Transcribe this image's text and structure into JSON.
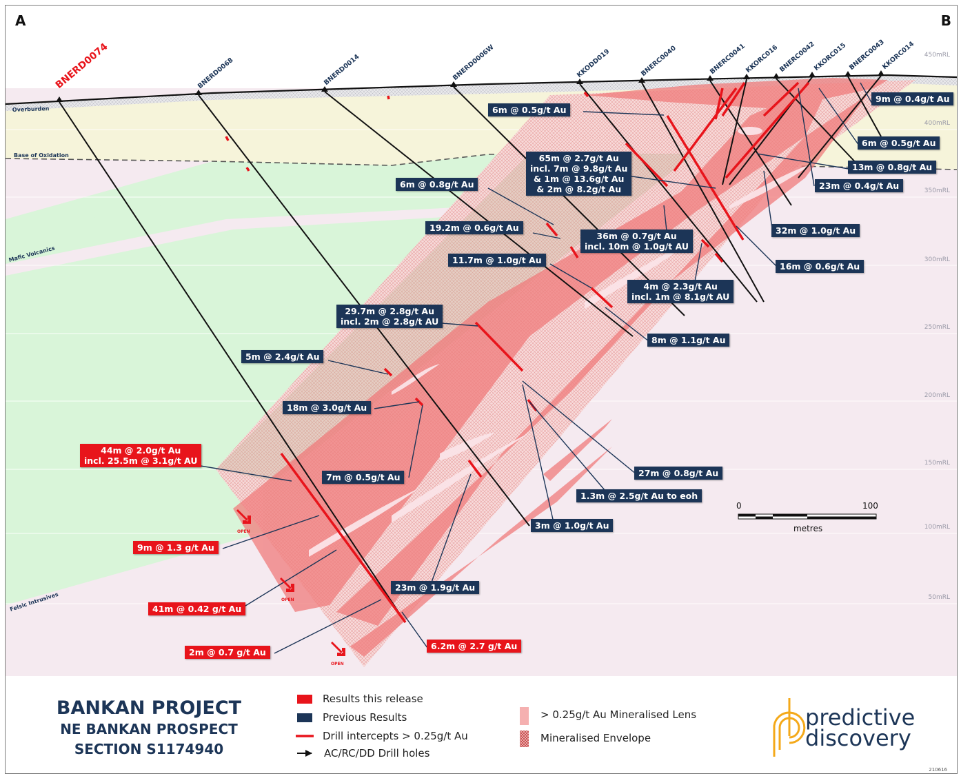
{
  "corners": {
    "left": "A",
    "right": "B"
  },
  "drill_holes": [
    "BNERD0074",
    "BNERD0068",
    "BNERD0014",
    "BNERD0006W",
    "KKODD019",
    "BNERC0040",
    "BNERC0041",
    "KKORC016",
    "BNERC0042",
    "KKORC015",
    "BNERC0043",
    "KKORC014"
  ],
  "rl_labels": [
    "450mRL",
    "400mRL",
    "350mRL",
    "300mRL",
    "250mRL",
    "200mRL",
    "150mRL",
    "100mRL",
    "50mRL"
  ],
  "units": {
    "overburden": "Overburden",
    "oxidation": "Base of Oxidation",
    "mafic": "Mafic Volcanics",
    "felsic": "Felsic Intrusives"
  },
  "labels": {
    "l1": {
      "line1": "6m @ 0.5g/t Au"
    },
    "l2": {
      "line1": "9m @ 0.4g/t Au"
    },
    "l3": {
      "line1": "6m @ 0.5g/t Au"
    },
    "l4": {
      "line1": "65m @ 2.7g/t Au",
      "line2": "incl. 7m @ 9.8g/t Au",
      "line3": "& 1m @ 13.6g/t Au",
      "line4": "& 2m @ 8.2g/t Au"
    },
    "l5": {
      "line1": "13m @ 0.8g/t Au"
    },
    "l6": {
      "line1": "6m @ 0.8g/t Au"
    },
    "l7": {
      "line1": "23m @ 0.4g/t Au"
    },
    "l8": {
      "line1": "19.2m @ 0.6g/t Au"
    },
    "l9": {
      "line1": "32m @ 1.0g/t Au"
    },
    "l10": {
      "line1": "36m @ 0.7g/t Au",
      "line2": "incl. 10m @ 1.0g/t AU"
    },
    "l11": {
      "line1": "11.7m @ 1.0g/t Au"
    },
    "l12": {
      "line1": "16m @ 0.6g/t Au"
    },
    "l13": {
      "line1": "4m @ 2.3g/t Au",
      "line2": "incl. 1m @ 8.1g/t AU"
    },
    "l14": {
      "line1": "29.7m @ 2.8g/t Au",
      "line2": "incl. 2m @ 2.8g/t AU"
    },
    "l15": {
      "line1": "8m @ 1.1g/t Au"
    },
    "l16": {
      "line1": "5m @ 2.4g/t Au"
    },
    "l17": {
      "line1": "18m @ 3.0g/t Au"
    },
    "l18": {
      "line1": "44m @ 2.0g/t Au",
      "line2": "incl. 25.5m @ 3.1g/t AU"
    },
    "l19": {
      "line1": "27m @ 0.8g/t Au"
    },
    "l20": {
      "line1": "7m @ 0.5g/t Au"
    },
    "l21": {
      "line1": "1.3m @ 2.5g/t Au to eoh"
    },
    "l22": {
      "line1": "3m @ 1.0g/t Au"
    },
    "l23": {
      "line1": "9m @ 1.3 g/t Au"
    },
    "l24": {
      "line1": "23m @ 1.9g/t Au"
    },
    "l25": {
      "line1": "41m @ 0.42 g/t Au"
    },
    "l26": {
      "line1": "2m @ 0.7 g/t Au"
    },
    "l27": {
      "line1": "6.2m @ 2.7 g/t Au"
    }
  },
  "open_label": "OPEN",
  "scale": {
    "min": "0",
    "max": "100",
    "unit": "metres"
  },
  "title": {
    "line1": "BANKAN PROJECT",
    "line2": "NE BANKAN PROSPECT",
    "line3": "SECTION S1174940"
  },
  "legend": {
    "results_new": "Results this release",
    "results_prev": "Previous Results",
    "intercepts": "Drill intercepts > 0.25g/t Au",
    "holes": "AC/RC/DD Drill holes",
    "lens": "> 0.25g/t Au Mineralised Lens",
    "envelope": "Mineralised Envelope"
  },
  "brand": {
    "line1": "predictive",
    "line2": "discovery"
  },
  "doc_code": "210616",
  "colors": {
    "navy": "#1c3557",
    "red": "#e8141b",
    "lens": "#f19c9c",
    "felsic": "#f5eaf0",
    "mafic": "#d9f5d9",
    "oxide": "#f6f4da",
    "gold": "#f4a91a"
  }
}
